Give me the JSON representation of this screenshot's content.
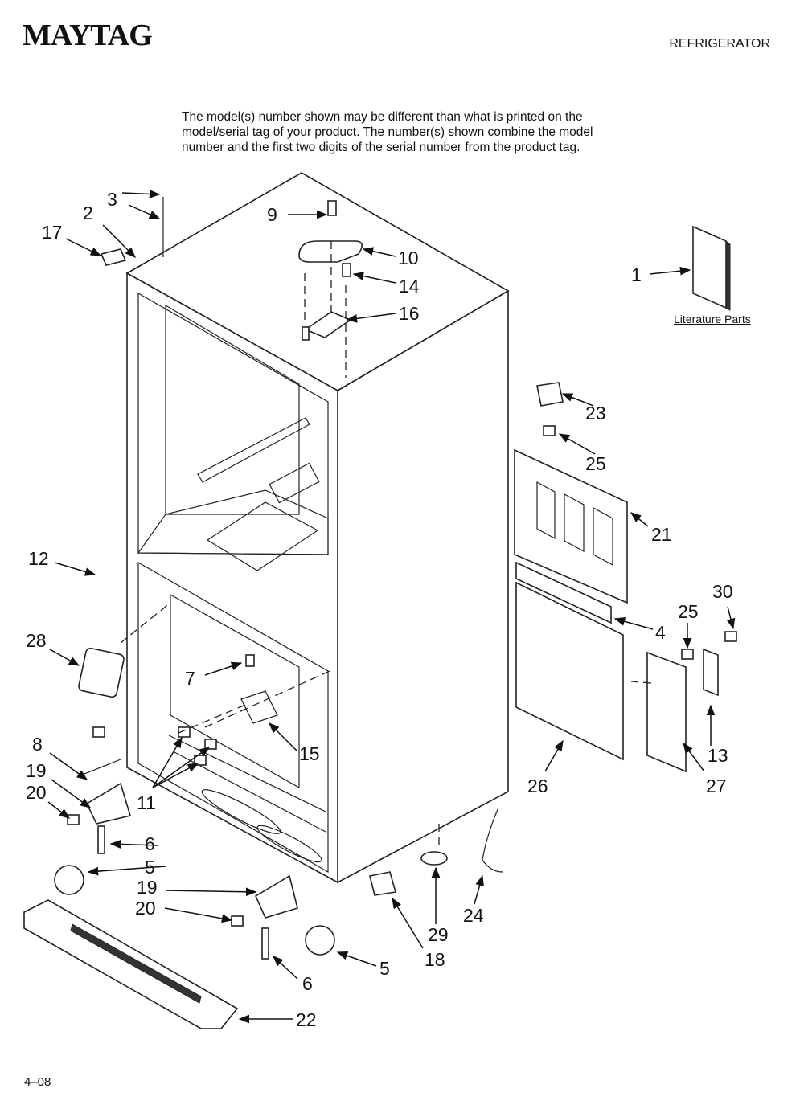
{
  "header": {
    "brand": "MAYTAG",
    "category": "REFRIGERATOR"
  },
  "disclaimer": {
    "lines": [
      "The model(s) number shown may be different than what is printed on the",
      "model/serial tag of your product. The number(s) shown combine the model",
      "number and the first two digits of the serial number from the product tag."
    ]
  },
  "literature_label": "Literature Parts",
  "callouts": {
    "c1": "1",
    "c2": "2",
    "c3": "3",
    "c4": "4",
    "c5a": "5",
    "c5b": "5",
    "c6a": "6",
    "c6b": "6",
    "c7": "7",
    "c8": "8",
    "c9": "9",
    "c10": "10",
    "c11": "11",
    "c12": "12",
    "c13": "13",
    "c14": "14",
    "c15": "15",
    "c16": "16",
    "c17": "17",
    "c18": "18",
    "c19a": "19",
    "c19b": "19",
    "c20a": "20",
    "c20b": "20",
    "c21": "21",
    "c22": "22",
    "c23": "23",
    "c24": "24",
    "c25a": "25",
    "c25b": "25",
    "c26": "26",
    "c27": "27",
    "c28": "28",
    "c29": "29",
    "c30": "30"
  },
  "footer": {
    "date_code": "4–08"
  }
}
